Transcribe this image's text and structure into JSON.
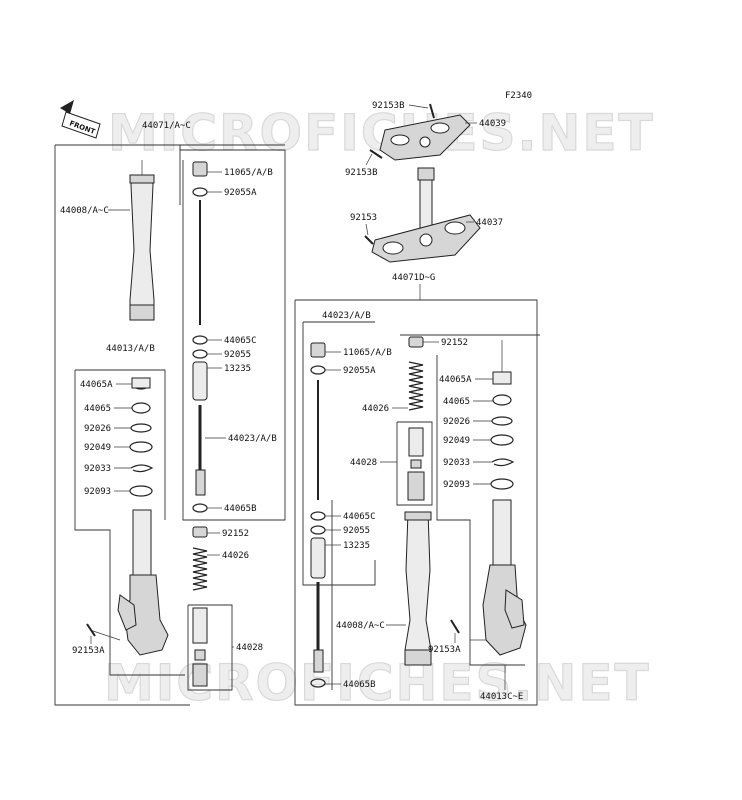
{
  "diagram": {
    "figure_code": "F2340",
    "front_badge": "FRONT",
    "watermark": "MICROFICHES.NET",
    "labels": {
      "p44071ac": "44071/A~C",
      "p44008ac_left": "44008/A~C",
      "p11065ab_left": "11065/A/B",
      "p92055a_left": "92055A",
      "p44065c_left": "44065C",
      "p92055_left": "92055",
      "p13235_left": "13235",
      "p44023ab_left": "44023/A/B",
      "p44065b_left": "44065B",
      "p92152_left": "92152",
      "p44026_left": "44026",
      "p44028_left": "44028",
      "p44013ab": "44013/A/B",
      "p44065a_left": "44065A",
      "p44065_left": "44065",
      "p92026_left": "92026",
      "p92049_left": "92049",
      "p92033_left": "92033",
      "p92093_left": "92093",
      "p92153a_left": "92153A",
      "p92153b_top": "92153B",
      "p44039": "44039",
      "p92153b_mid": "92153B",
      "p92153": "92153",
      "p44037": "44037",
      "p44071dg": "44071D~G",
      "p44023ab_right": "44023/A/B",
      "p92152_right": "92152",
      "p11065ab_right": "11065/A/B",
      "p92055a_right": "92055A",
      "p44026_right": "44026",
      "p44028_right": "44028",
      "p44065a_right": "44065A",
      "p44065_right": "44065",
      "p92026_right": "92026",
      "p92049_right": "92049",
      "p92033_right": "92033",
      "p92093_right": "92093",
      "p44065c_right": "44065C",
      "p92055_right": "92055",
      "p13235_right": "13235",
      "p44008ac_right": "44008/A~C",
      "p92153a_right": "92153A",
      "p44065b_right": "44065B",
      "p44013ce": "44013C~E"
    }
  }
}
